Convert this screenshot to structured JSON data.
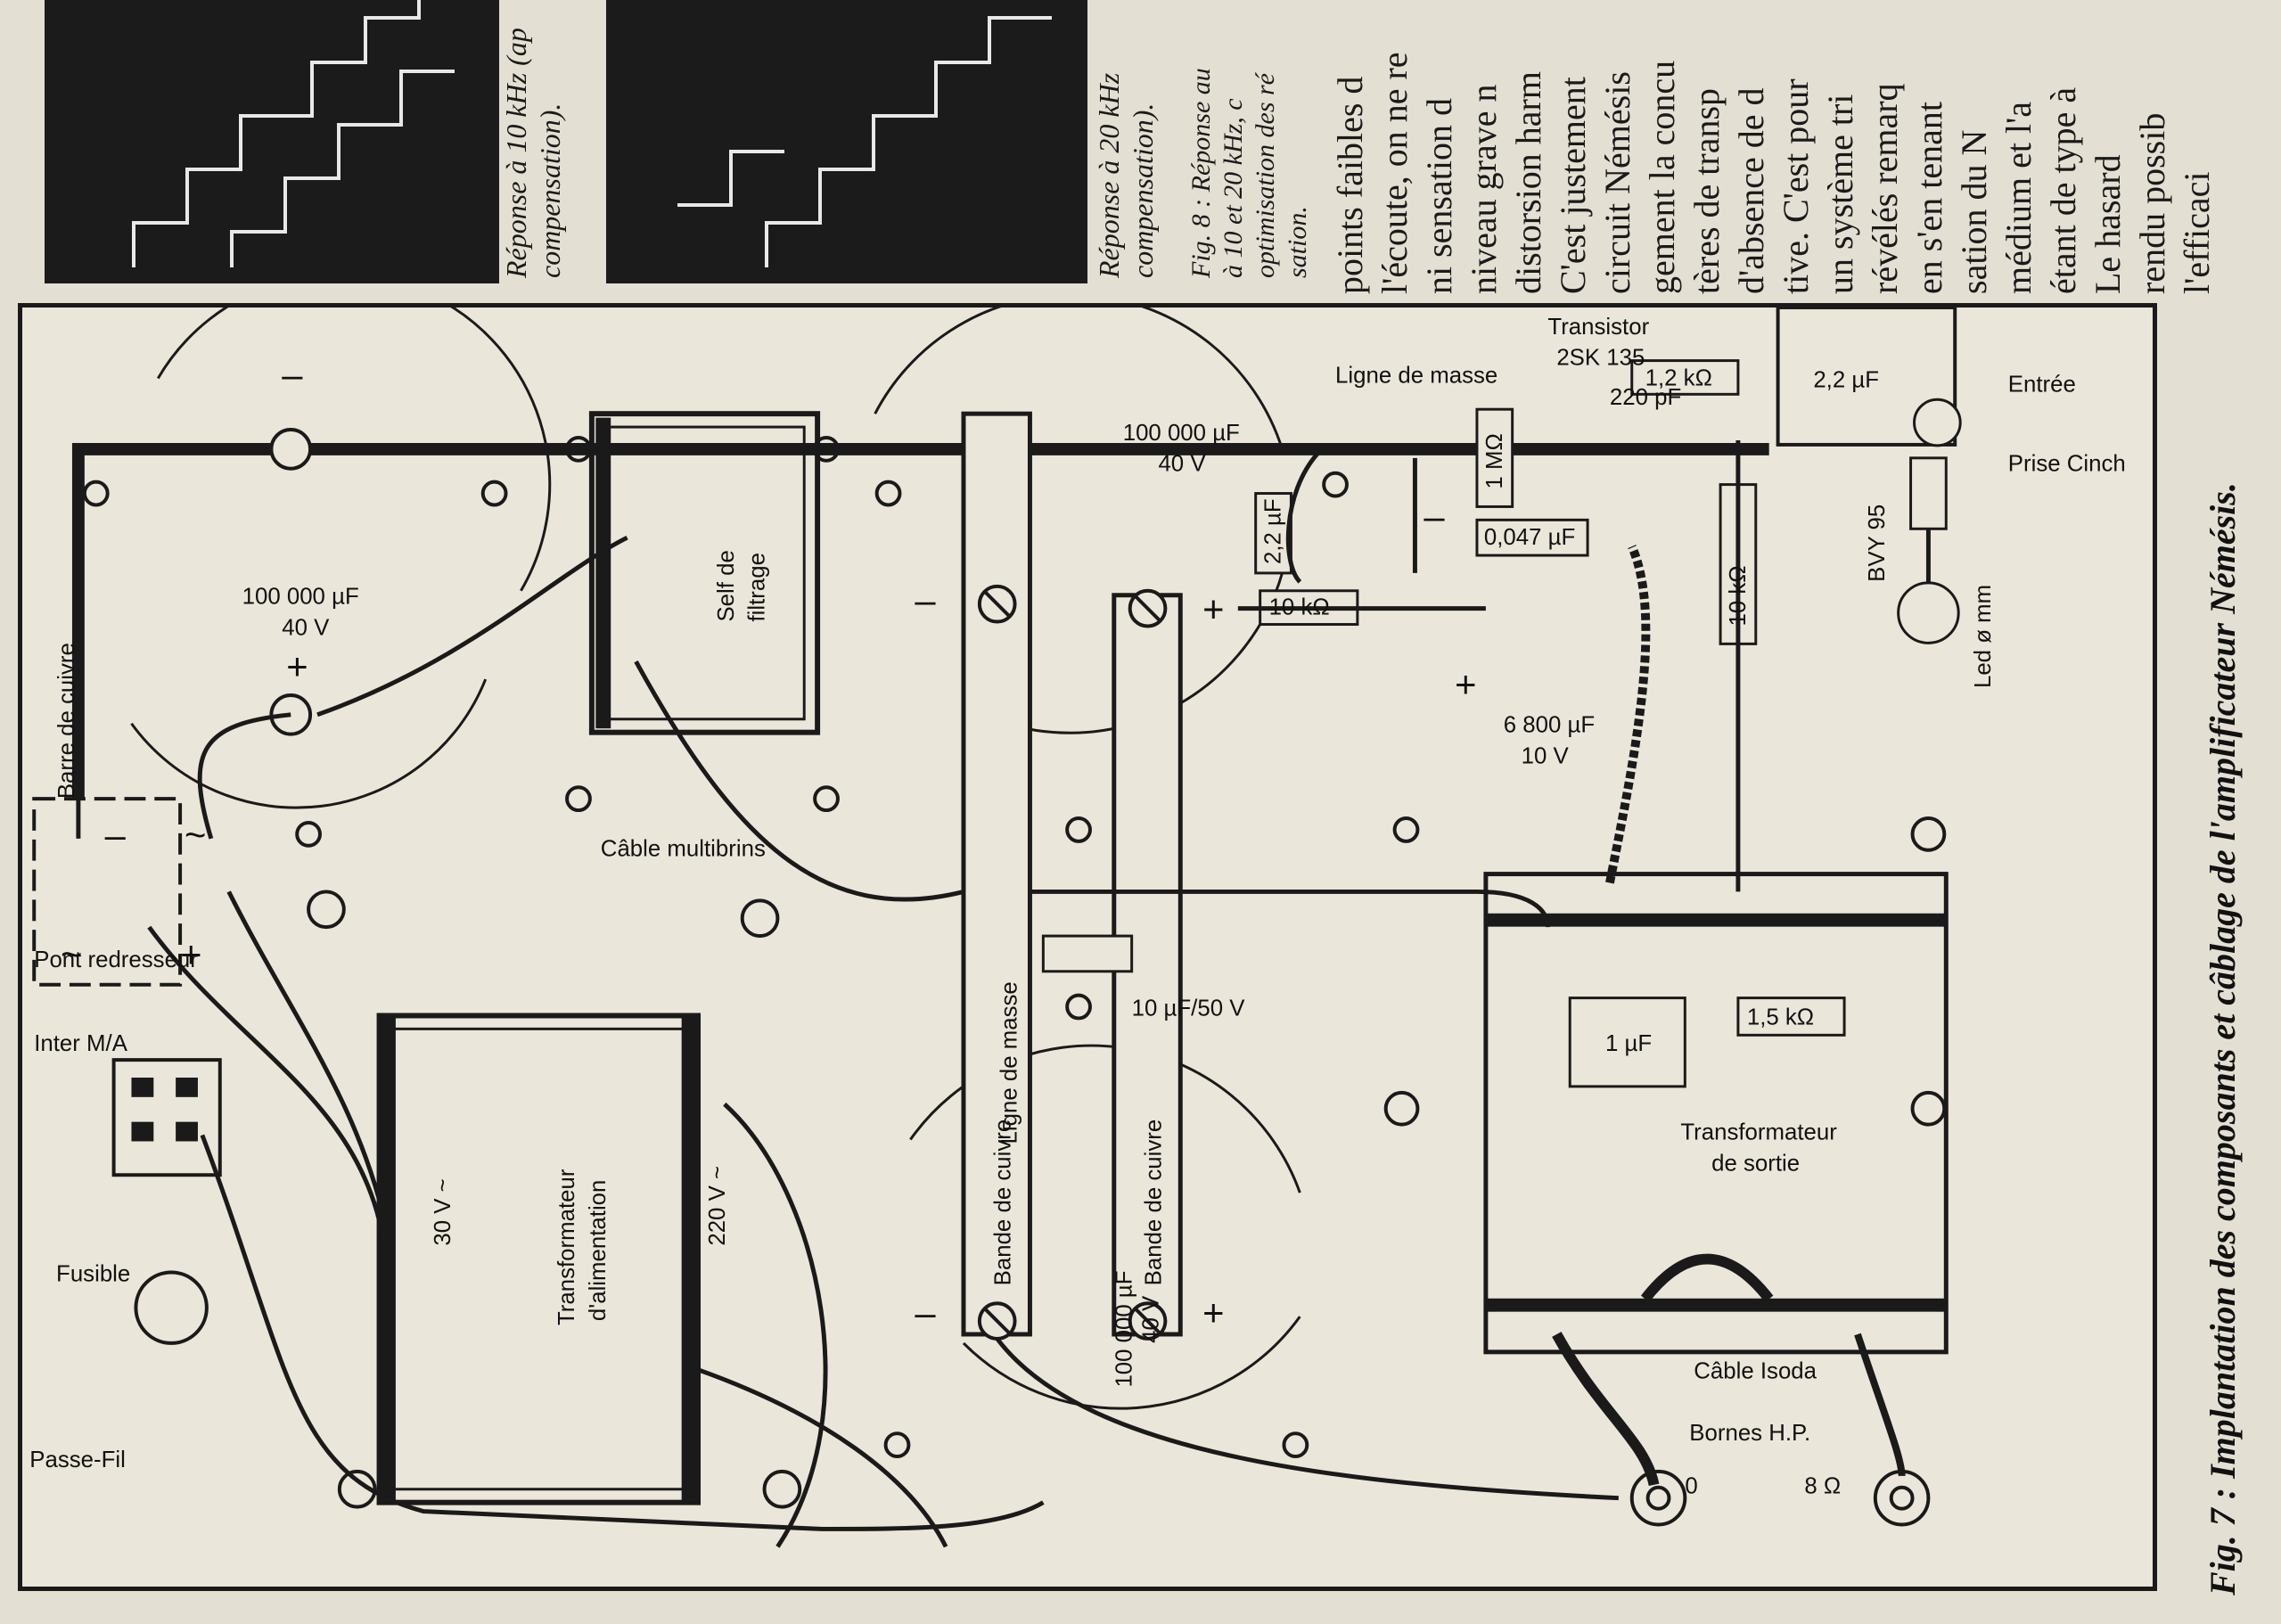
{
  "top": {
    "caption_left_1": "Réponse à 10 kHz (ap",
    "caption_left_2": "compensation).",
    "caption_right_1": "Réponse à 20 kHz",
    "caption_right_2": "compensation).",
    "fig8_1": "Fig. 8 : Réponse au",
    "fig8_2": "à 10 et 20 kHz, c",
    "fig8_3": "optimisation des ré",
    "fig8_4": "sation.",
    "article_lines": [
      "points faibles d",
      "l'écoute, on ne re",
      "ni sensation d",
      "niveau grave n",
      "distorsion harm",
      "C'est justement",
      "circuit Némésis",
      "gement la concu",
      "tères de transp",
      "d'absence de d",
      "tive. C'est pour",
      "un système tri",
      "révélés remarq",
      "en s'en tenant",
      "sation du N",
      "médium et l'a",
      "étant de type à",
      "Le hasard",
      "rendu possib",
      "l'efficaci"
    ]
  },
  "diagram": {
    "labels": {
      "barre_cuivre": "Barre de cuivre",
      "pont": "Pont redresseur",
      "inter": "Inter M/A",
      "fusible": "Fusible",
      "passe_fil": "Passe-Fil",
      "cap1_val": "100 000 µF",
      "cap1_v": "40 V",
      "self": "Self de",
      "self2": "filtrage",
      "cable_multi": "Câble multibrins",
      "transfo_alim1": "Transformateur",
      "transfo_alim2": "d'alimentation",
      "v30": "30 V ~",
      "v220": "220 V ~",
      "ligne_masse_left": "Ligne de masse",
      "bande1": "Bande de cuivre",
      "bande2": "Bande de cuivre",
      "cap_10uf": "10 µF/50 V",
      "cap2_val": "100 000 µF",
      "cap2_v": "40 V",
      "cap3_val": "100 000 µF",
      "cap3_v": "40 V",
      "ligne_masse_top": "Ligne de masse",
      "cap_2_2_small": "2,2 µF",
      "cap_6800": "6 800 µF",
      "cap_6800_v": "10 V",
      "res_10k_a": "10 kΩ",
      "res_1M": "1 MΩ",
      "cap_047": "0,047 µF",
      "transistor1": "Transistor",
      "transistor2": "2SK 135",
      "cap_220p": "220 pF",
      "res_1_2k": "1,2 kΩ",
      "cap_2_2": "2,2 µF",
      "entree": "Entrée",
      "prise": "Prise Cinch",
      "res_10k_b": "10 kΩ",
      "bvy": "BVY 95",
      "led": "Led ø mm",
      "transfo_sortie1": "Transformateur",
      "transfo_sortie2": "de sortie",
      "cap_1uf": "1 µF",
      "res_1_5k": "1,5 kΩ",
      "cable_isoda": "Câble Isoda",
      "bornes": "Bornes H.P.",
      "zero": "0",
      "eight_ohm": "8 Ω"
    }
  },
  "figure_caption": "Fig. 7 : Implantation des composants et câblage de l'amplificateur Némésis."
}
